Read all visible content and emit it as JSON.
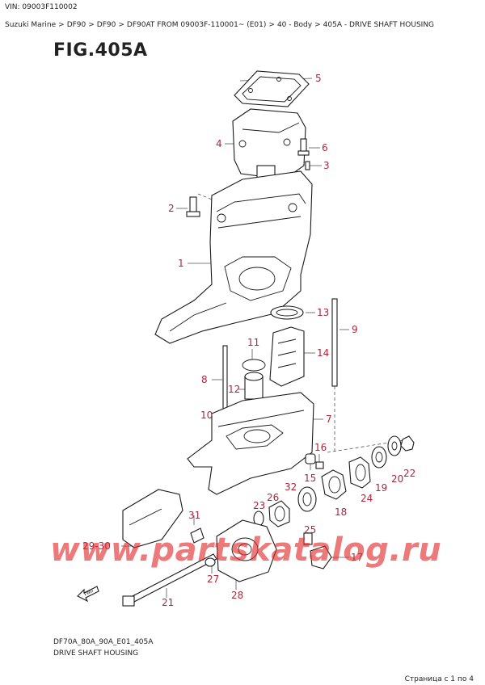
{
  "header": {
    "vin": "VIN: 09003F110002",
    "breadcrumbs": [
      "Suzuki Marine",
      "DF90",
      "DF90",
      "DF90AT FROM 09003F-110001~ (E01)",
      "40 - Body",
      "405A - DRIVE SHAFT HOUSING"
    ],
    "separator": ">"
  },
  "figure": {
    "title": "FIG.405A",
    "code": "DF70A_80A_90A_E01_405A",
    "description": "DRIVE SHAFT HOUSING",
    "direction_label": "FWD"
  },
  "callouts": [
    "5",
    "4",
    "6",
    "3",
    "2",
    "1",
    "13",
    "9",
    "11",
    "14",
    "8",
    "12",
    "10",
    "7",
    "16",
    "15",
    "22",
    "20",
    "19",
    "24",
    "18",
    "26",
    "32",
    "23",
    "31",
    "25",
    "29-30",
    "17",
    "27",
    "21",
    "28"
  ],
  "watermark": "www.partskatalog.ru",
  "pagination": "Страница с 1 по 4",
  "colors": {
    "callout": "#b5233a",
    "watermark": "#e12828",
    "line": "#1a1a1a"
  }
}
